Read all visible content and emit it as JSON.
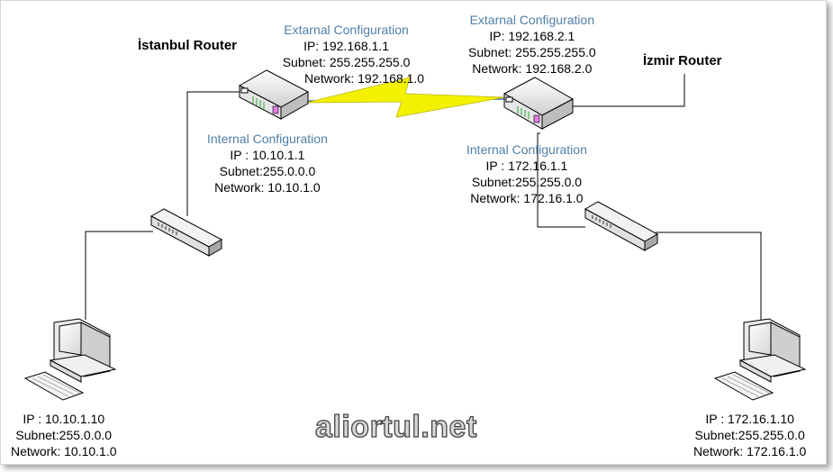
{
  "routers": {
    "istanbul": {
      "name": "İstanbul Router",
      "external": {
        "title": "Extarnal Configuration",
        "ip": "IP: 192.168.1.1",
        "subnet": "Subnet: 255.255.255.0",
        "network": "Network: 192.168.1.0"
      },
      "internal": {
        "title": "Internal Configuration",
        "ip": "IP : 10.10.1.1",
        "subnet": "Subnet:255.0.0.0",
        "network": "Network: 10.10.1.0"
      }
    },
    "izmir": {
      "name": "İzmir Router",
      "external": {
        "title": "Extarnal Configuration",
        "ip": "IP: 192.168.2.1",
        "subnet": "Subnet: 255.255.255.0",
        "network": "Network: 192.168.2.0"
      },
      "internal": {
        "title": "Internal Configuration",
        "ip": "IP : 172.16.1.1",
        "subnet": "Subnet:255.255.0.0",
        "network": "Network: 172.16.1.0"
      }
    }
  },
  "pcs": {
    "left": {
      "ip": "IP : 10.10.1.10",
      "subnet": "Subnet:255.0.0.0",
      "network": "Network: 10.10.1.0"
    },
    "right": {
      "ip": "IP : 172.16.1.10",
      "subnet": "Subnet:255.255.0.0",
      "network": "Network: 172.16.1.0"
    }
  },
  "watermark": "aliortul.net",
  "colors": {
    "config_title": "#4f7fa8",
    "lightning": "#f4f100",
    "link": "#2a5db0",
    "port": "#4caf50"
  }
}
